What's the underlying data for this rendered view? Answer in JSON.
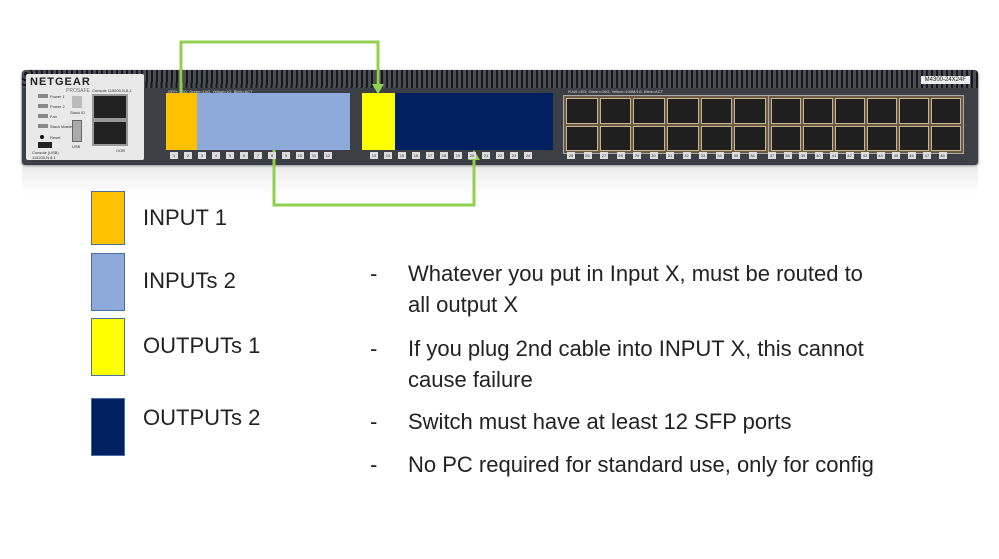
{
  "switch": {
    "brand": "NETGEAR",
    "sub_brand": "PROSAFE",
    "model": "M4300-24X24F",
    "led_labels": [
      "Power 1",
      "Power 2",
      "Fan",
      "Stack Master",
      "Reset"
    ],
    "stack_id_label": "Stack ID",
    "console_label": "Console 115200,N,8,1",
    "usb_label": "USB",
    "console_usb_label": "Console (USB) 115200,N,8,1",
    "oob_label": "OOB",
    "sfp_led_text": "SFP+ LED: Green=10G, Yellow=1G, Blink=ACT",
    "rj45_led_text": "RJ45 LED: Green=10G, Yellow=100M/1G, Blink=ACT",
    "port_numbers": [
      "1",
      "2",
      "3",
      "4",
      "5",
      "6",
      "7",
      "8",
      "9",
      "10",
      "11",
      "12",
      "13",
      "14",
      "15",
      "16",
      "17",
      "18",
      "19",
      "20",
      "21",
      "22",
      "23",
      "24",
      "25",
      "26",
      "27",
      "28",
      "29",
      "30",
      "31",
      "32",
      "33",
      "34",
      "35",
      "36",
      "37",
      "38",
      "39",
      "40",
      "41",
      "42",
      "43",
      "44",
      "45",
      "46",
      "47",
      "48"
    ]
  },
  "colors": {
    "input1": "#ffc000",
    "inputs2": "#8eaadb",
    "outputs1": "#ffff00",
    "outputs2": "#002060",
    "arrow": "#92d050"
  },
  "legend": [
    {
      "label": "INPUT 1",
      "color": "#ffc000"
    },
    {
      "label": "INPUTs 2",
      "color": "#8eaadb"
    },
    {
      "label": "OUTPUTs 1",
      "color": "#ffff00"
    },
    {
      "label": "OUTPUTs 2",
      "color": "#002060"
    }
  ],
  "requirements": [
    {
      "dash": "-",
      "lines": [
        "Whatever you put in Input X, must be routed to",
        "all output X"
      ]
    },
    {
      "dash": "-",
      "lines": [
        "If you plug 2nd cable into INPUT X, this cannot",
        "cause failure"
      ]
    },
    {
      "dash": "-",
      "lines": [
        "Switch must have at least 12 SFP ports"
      ]
    },
    {
      "dash": "-",
      "lines": [
        "No PC required for standard use, only for config"
      ]
    }
  ]
}
